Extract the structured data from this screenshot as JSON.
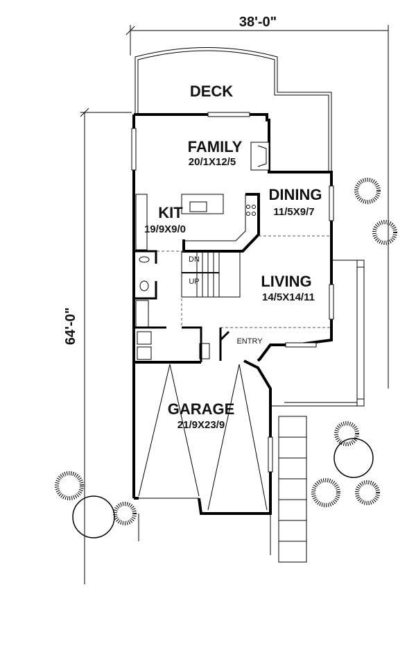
{
  "plan": {
    "overall_width": "38'-0\"",
    "overall_depth": "64'-0\"",
    "rooms": {
      "deck": {
        "name": "DECK"
      },
      "family": {
        "name": "FAMILY",
        "size": "20/1X12/5"
      },
      "kitchen": {
        "name": "KIT",
        "size": "19/9X9/0"
      },
      "dining": {
        "name": "DINING",
        "size": "11/5X9/7"
      },
      "living": {
        "name": "LIVING",
        "size": "14/5X14/11"
      },
      "entry": {
        "name": "ENTRY"
      },
      "garage": {
        "name": "GARAGE",
        "size": "21/9X23/9"
      }
    },
    "stairs": {
      "down": "DN",
      "up": "UP"
    }
  }
}
